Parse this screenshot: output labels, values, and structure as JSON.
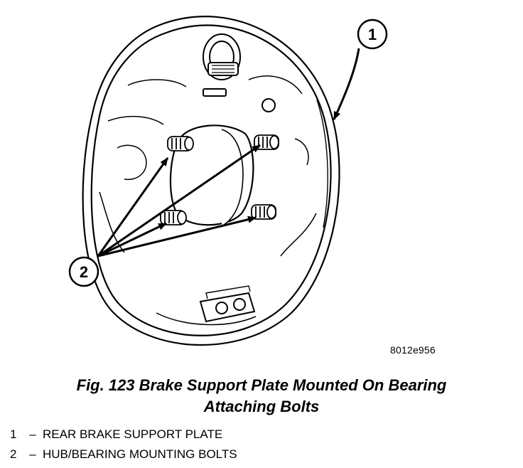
{
  "callouts": {
    "one": "1",
    "two": "2"
  },
  "image_id": "8012e956",
  "caption": {
    "line1": "Fig. 123 Brake Support Plate Mounted On Bearing",
    "line2": "Attaching Bolts"
  },
  "legend": [
    {
      "num": "1",
      "dash": "–",
      "text": "REAR BRAKE SUPPORT PLATE"
    },
    {
      "num": "2",
      "dash": "–",
      "text": "HUB/BEARING MOUNTING BOLTS"
    }
  ]
}
